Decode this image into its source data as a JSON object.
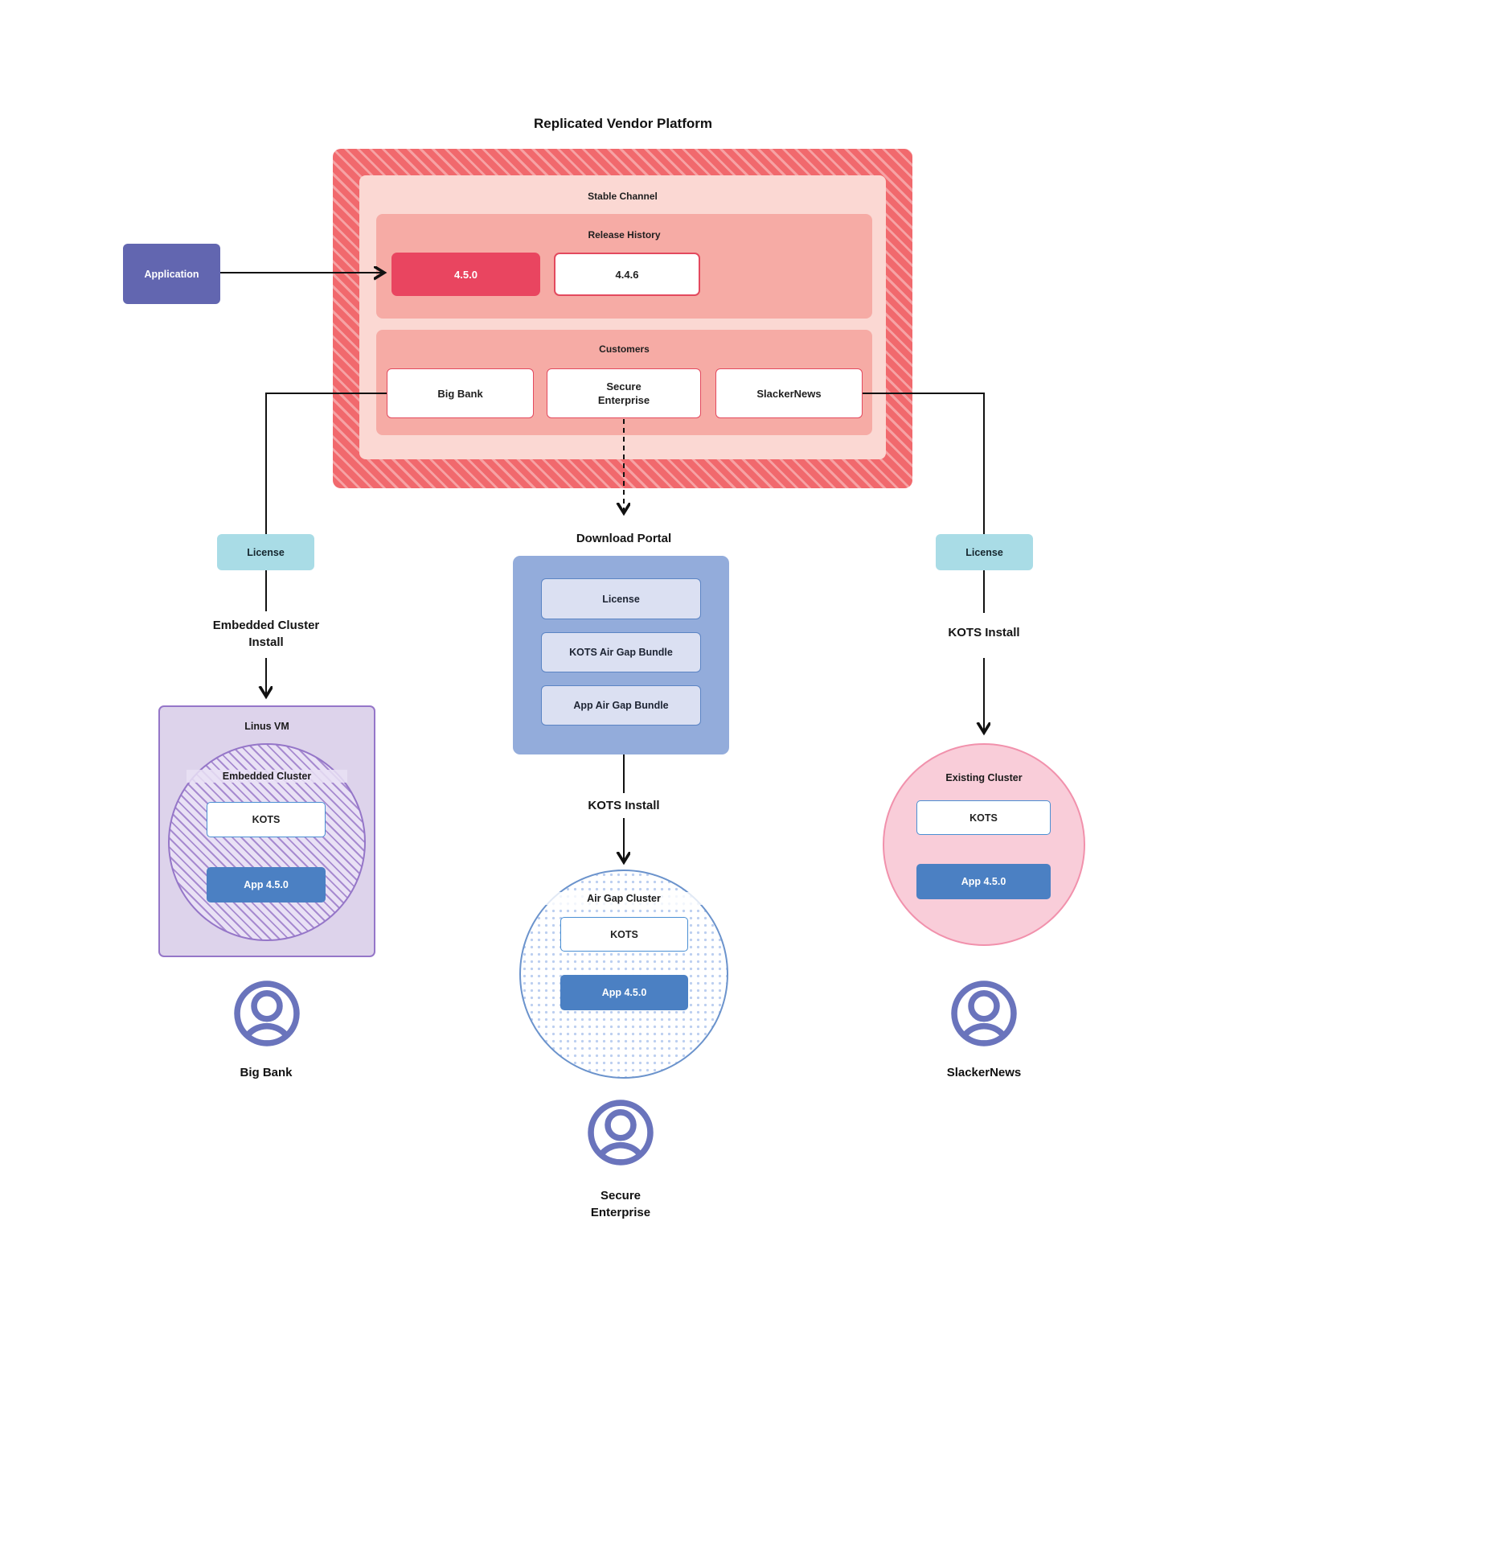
{
  "title": "Replicated Vendor Platform",
  "platform": {
    "stable_channel": {
      "label": "Stable Channel"
    },
    "release_history": {
      "label": "Release History",
      "releases": [
        {
          "version": "4.5.0",
          "highlight": true
        },
        {
          "version": "4.4.6",
          "highlight": false
        }
      ]
    },
    "customers": {
      "label": "Customers",
      "items": [
        "Big Bank",
        "Secure Enterprise",
        "SlackerNews"
      ]
    }
  },
  "application": {
    "label": "Application"
  },
  "left_flow": {
    "license_label": "License",
    "install_label": "Embedded Cluster Install",
    "vm": {
      "label": "Linus VM",
      "cluster_label": "Embedded Cluster",
      "kots_label": "KOTS",
      "app_label": "App 4.5.0"
    },
    "user_label": "Big Bank"
  },
  "middle_flow": {
    "portal_title": "Download Portal",
    "portal_items": [
      "License",
      "KOTS Air Gap Bundle",
      "App Air Gap Bundle"
    ],
    "install_label": "KOTS Install",
    "cluster": {
      "label": "Air Gap Cluster",
      "kots_label": "KOTS",
      "app_label": "App 4.5.0"
    },
    "user_label": "Secure Enterprise"
  },
  "right_flow": {
    "license_label": "License",
    "install_label": "KOTS Install",
    "cluster": {
      "label": "Existing Cluster",
      "kots_label": "KOTS",
      "app_label": "App 4.5.0"
    },
    "user_label": "SlackerNews"
  },
  "colors": {
    "platform_red": "#f1696d",
    "stable_pink": "#fbd8d3",
    "section_salmon": "#f6aba5",
    "release_highlight": "#e94560",
    "release_border": "#e3495e",
    "application_purple": "#6266b0",
    "license_teal": "#a9dce6",
    "vm_purple_fill": "#ddd3eb",
    "vm_purple_border": "#9576c8",
    "app_blue": "#4b80c3",
    "kots_border_blue": "#4a8fd3",
    "portal_blue": "#93acdb",
    "portal_item_fill": "#dbe0f2",
    "airgap_border": "#6b93cc",
    "existing_pink_fill": "#f9cdd9",
    "existing_pink_border": "#f191ac",
    "person_purple": "#6a74bc",
    "wire_black": "#111111"
  }
}
